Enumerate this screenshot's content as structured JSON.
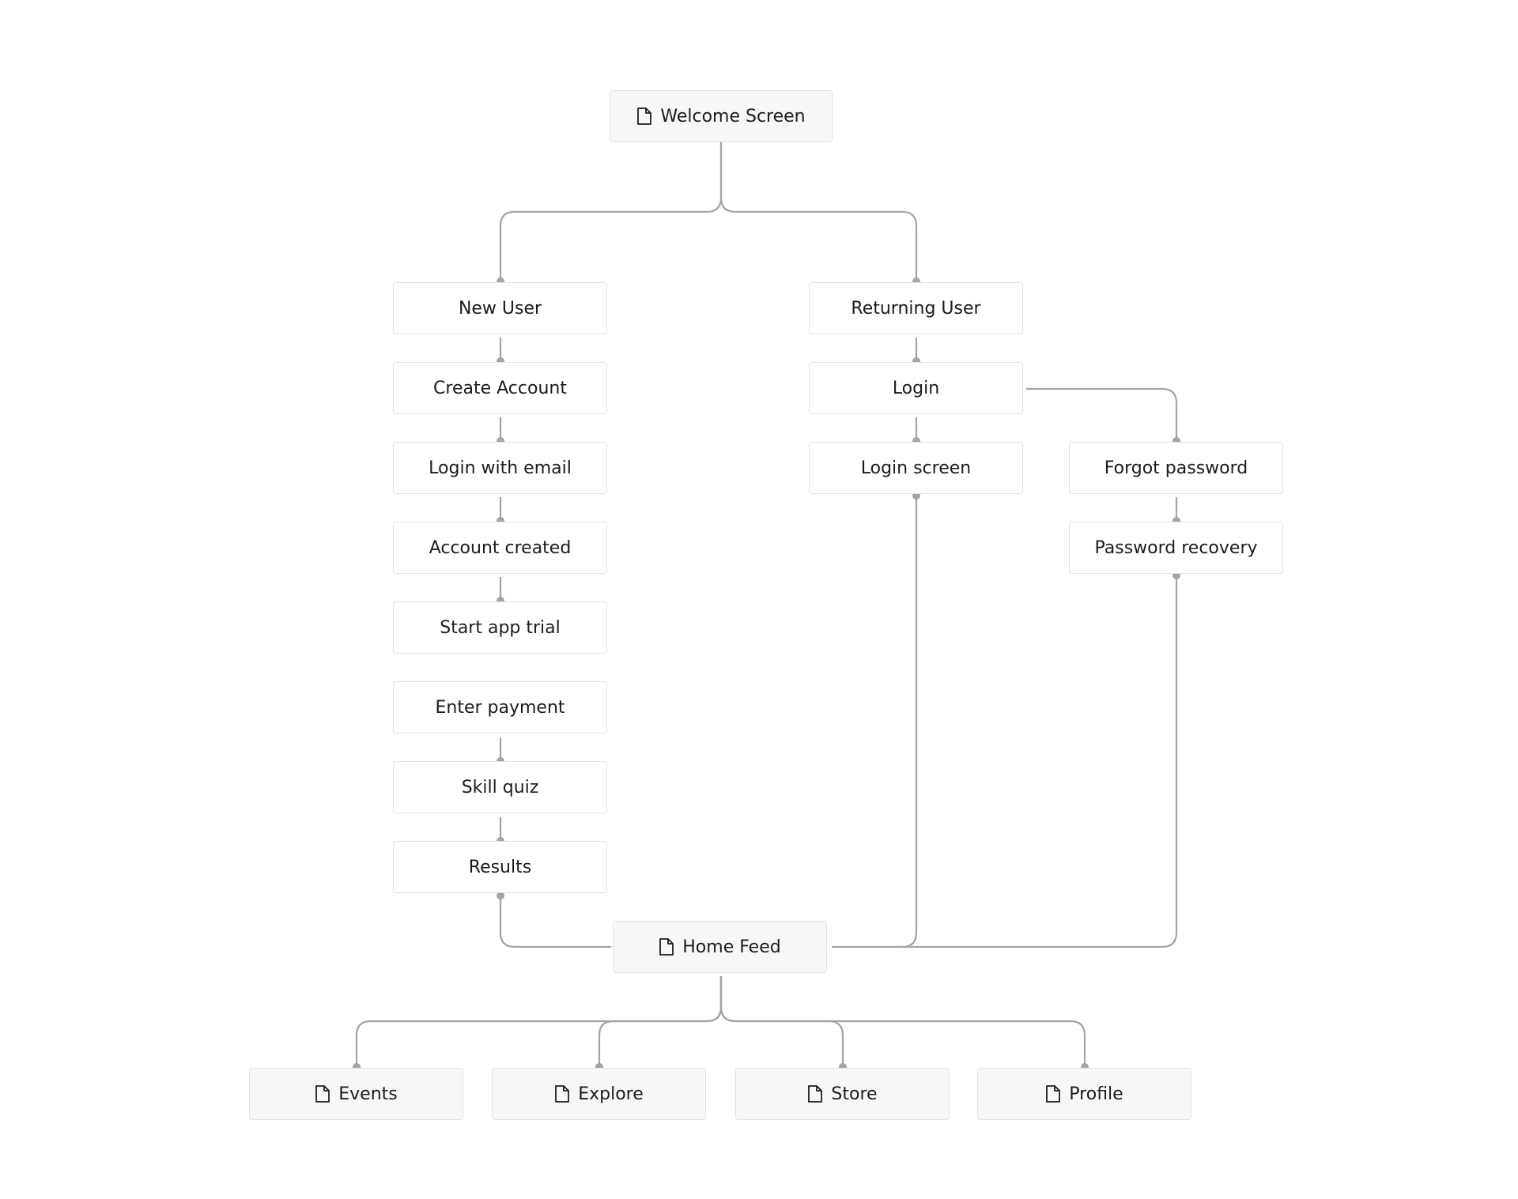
{
  "diagram": {
    "root": {
      "label": "Welcome Screen",
      "icon": "document-icon"
    },
    "new_user_flow": [
      "New User",
      "Create Account",
      "Login with email",
      "Account created",
      "Start app trial",
      "Enter payment",
      "Skill quiz",
      "Results"
    ],
    "returning_user_flow": [
      "Returning User",
      "Login",
      "Login screen"
    ],
    "forgot_flow": [
      "Forgot password",
      "Password recovery"
    ],
    "hub": {
      "label": "Home Feed",
      "icon": "document-icon"
    },
    "destinations": [
      {
        "label": "Events",
        "icon": "document-icon"
      },
      {
        "label": "Explore",
        "icon": "document-icon"
      },
      {
        "label": "Store",
        "icon": "document-icon"
      },
      {
        "label": "Profile",
        "icon": "document-icon"
      }
    ]
  },
  "colors": {
    "connector": "#a3a3a8",
    "node_border": "#e2e2e2",
    "page_node_fill": "#f7f7f7",
    "text": "#1c1c1c"
  }
}
